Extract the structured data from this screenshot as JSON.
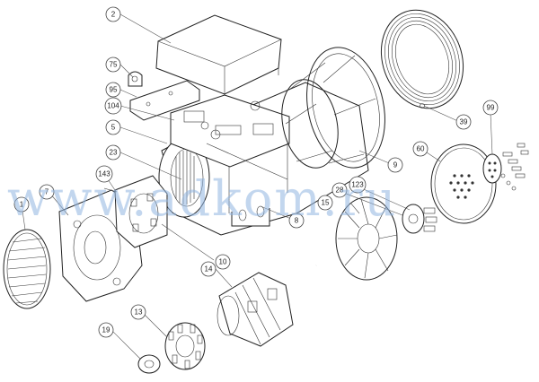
{
  "watermark": "www.adkom.ru",
  "callouts": [
    "1",
    "2",
    "5",
    "7",
    "8",
    "9",
    "10",
    "13",
    "14",
    "15",
    "19",
    "23",
    "28",
    "39",
    "60",
    "75",
    "95",
    "99",
    "104",
    "123",
    "143"
  ]
}
